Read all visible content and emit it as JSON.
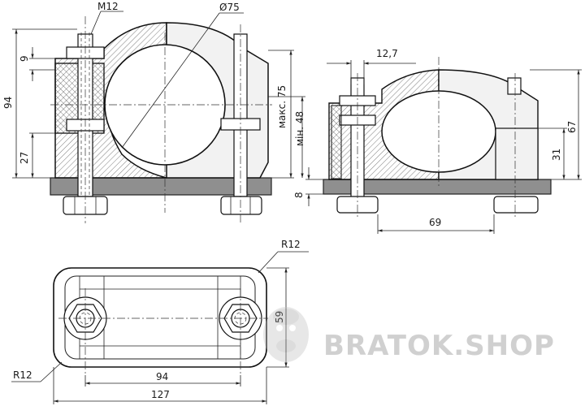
{
  "front_view": {
    "bolt_label": "M12",
    "diameter_label": "Ø75",
    "dim_94": "94",
    "dim_9": "9",
    "dim_27": "27",
    "dim_max75": "макс. 75",
    "dim_min48": "мін. 48"
  },
  "side_view": {
    "dim_12_7": "12,7",
    "dim_8": "8",
    "dim_69": "69",
    "dim_31": "31",
    "dim_67": "67"
  },
  "top_view": {
    "radius_top": "R12",
    "radius_bottom": "R12",
    "dim_59": "59",
    "dim_94": "94",
    "dim_127": "127"
  },
  "watermark": {
    "text": "BRATOK.SHOP",
    "icon": "gorilla-logo-icon"
  }
}
